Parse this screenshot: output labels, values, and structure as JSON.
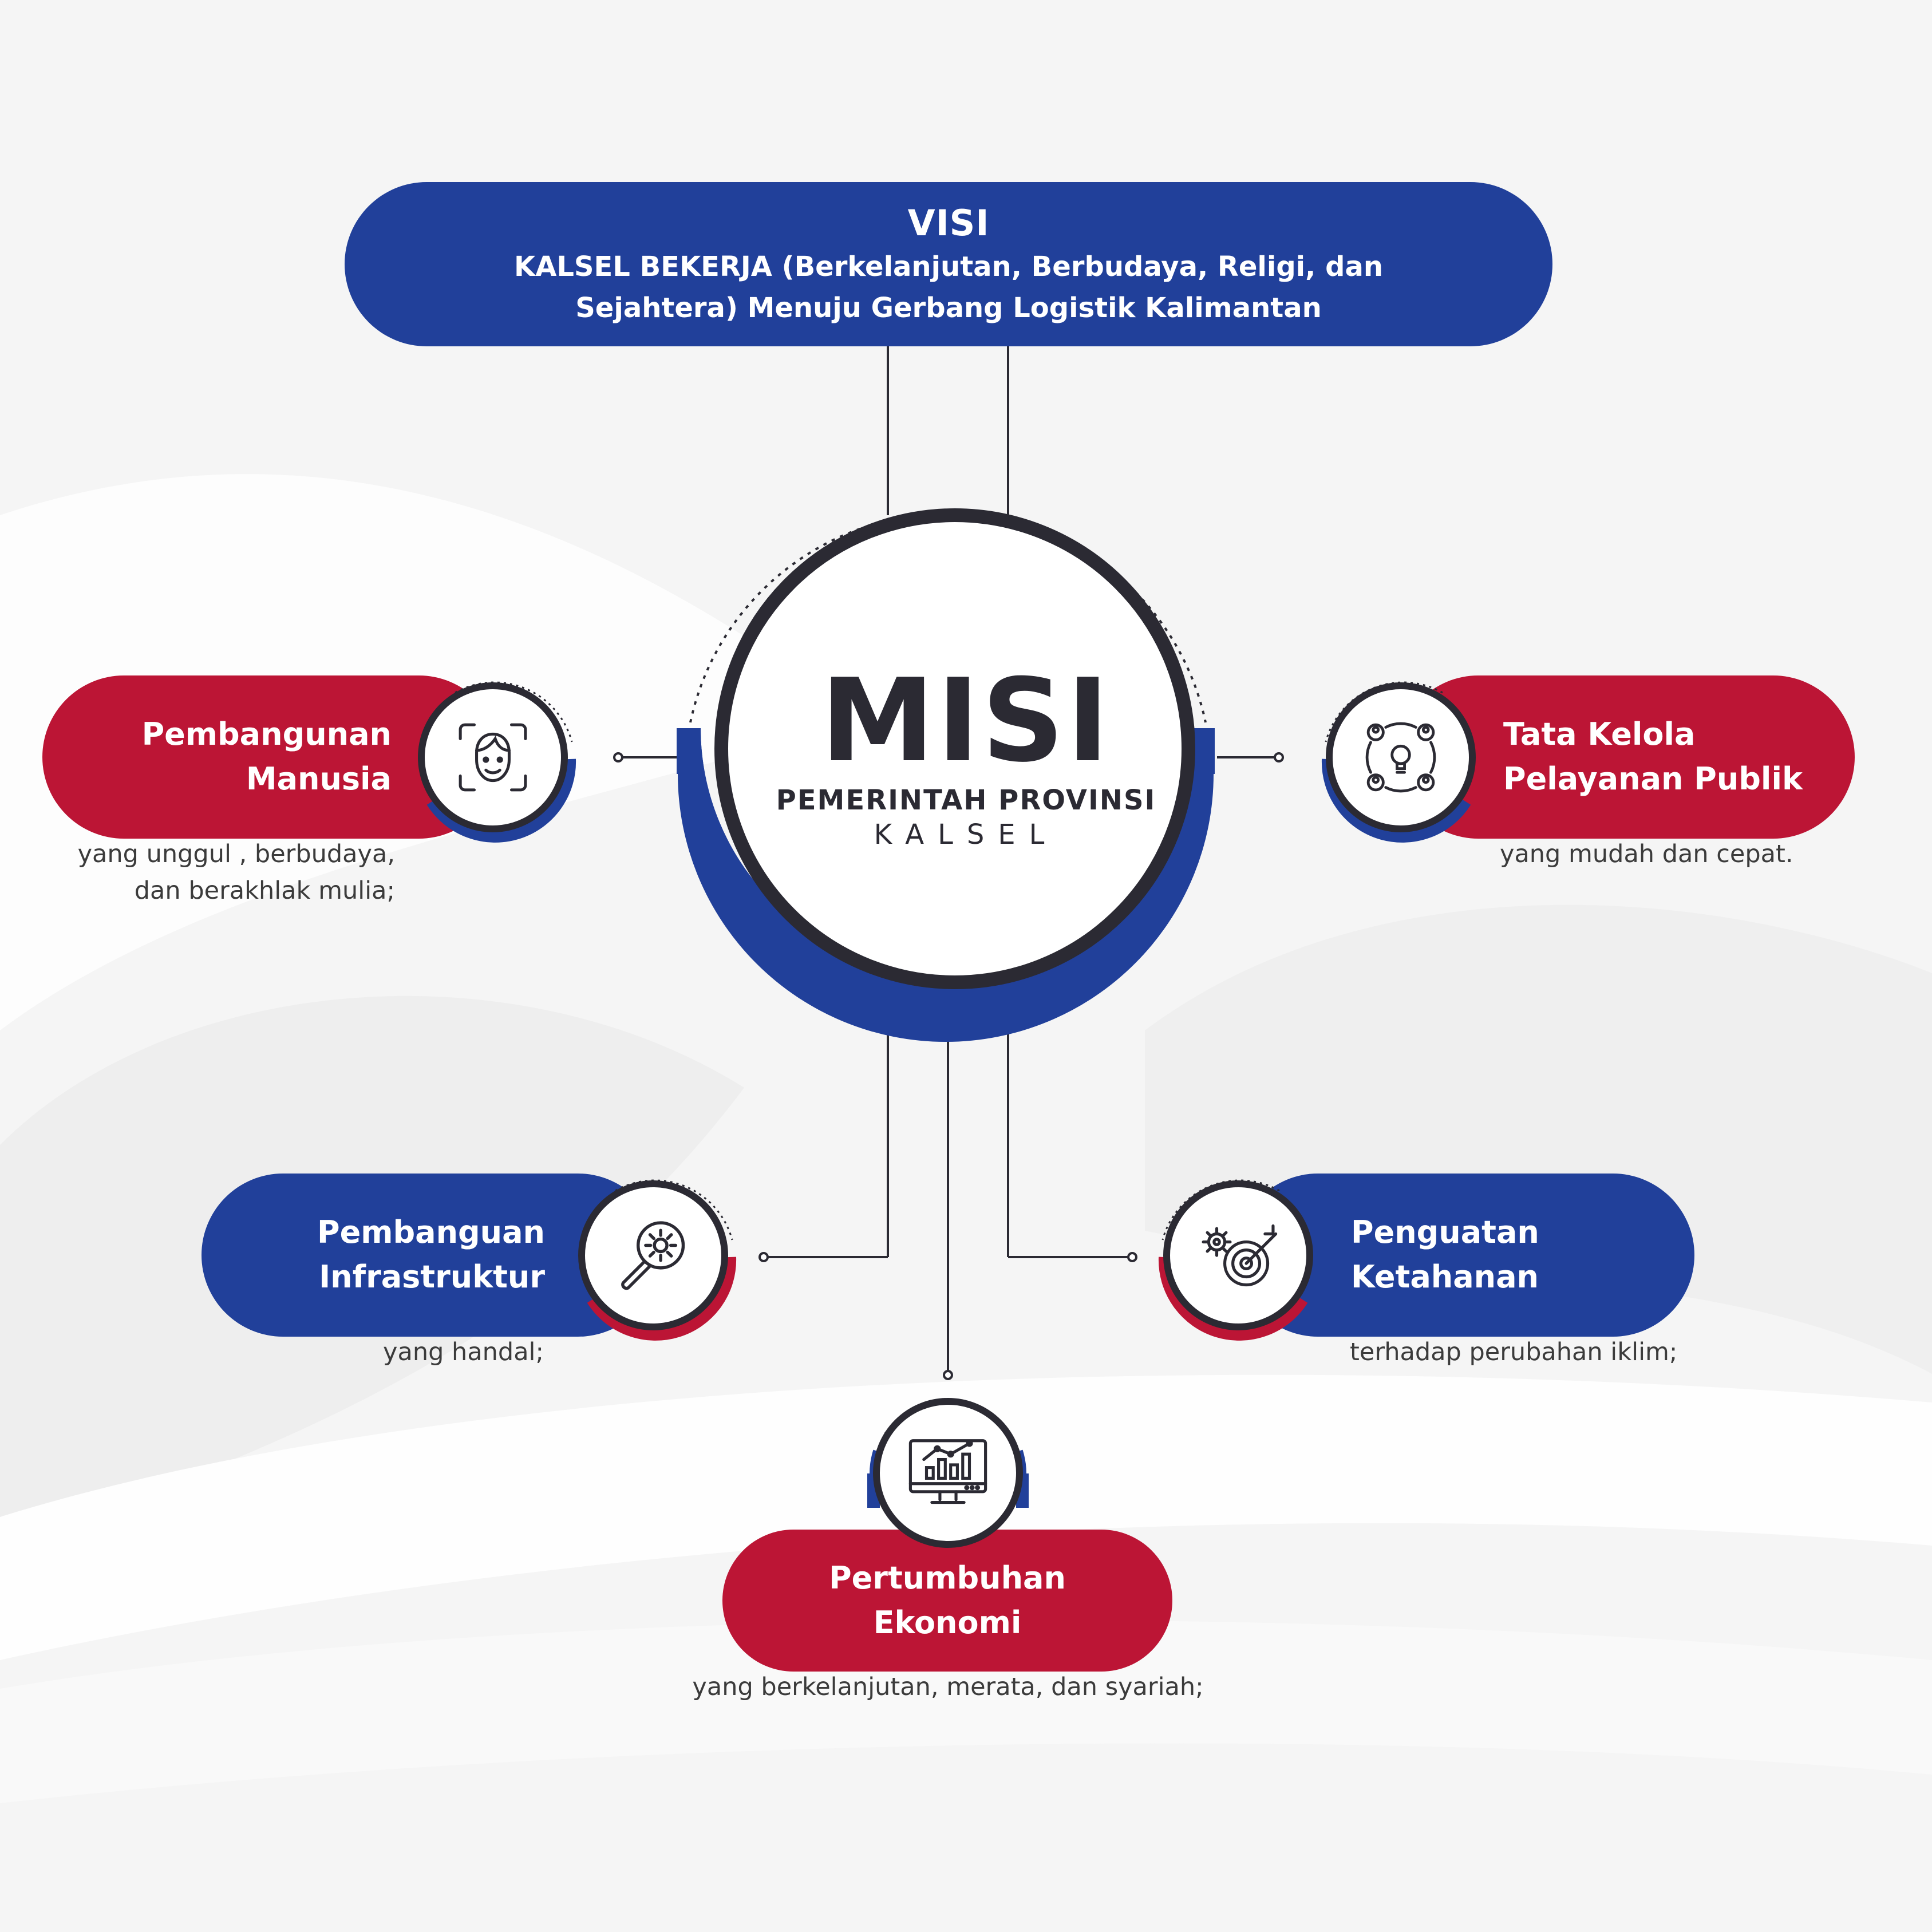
{
  "visi": {
    "title": "VISI",
    "text": "KALSEL BEKERJA (Berkelanjutan, Berbudaya, Religi, dan Sejahtera) Menuju Gerbang Logistik Kalimantan"
  },
  "misi": {
    "title": "MISI",
    "subtitle": "PEMERINTAH PROVINSI",
    "region": "KALSEL"
  },
  "missions": [
    {
      "title": "Pembangunan\nManusia",
      "description": "yang unggul , berbudaya,\ndan berakhlak mulia;",
      "color": "#bc1535",
      "icon": "face-scan-icon"
    },
    {
      "title": "Tata Kelola\nPelayanan Publik",
      "description": "yang mudah dan cepat.",
      "color": "#bc1535",
      "icon": "idea-network-icon"
    },
    {
      "title": "Pembanguan\nInfrastruktur",
      "description": "yang handal;",
      "color": "#21409a",
      "icon": "magnifier-gear-icon"
    },
    {
      "title": "Penguatan\nKetahanan",
      "description": "terhadap perubahan iklim;",
      "color": "#21409a",
      "icon": "target-gear-icon"
    },
    {
      "title": "Pertumbuhan\nEkonomi",
      "description": "yang berkelanjutan, merata, dan syariah;",
      "color": "#bc1535",
      "icon": "monitor-chart-icon"
    }
  ],
  "colors": {
    "blue": "#21409a",
    "red": "#bc1535",
    "dark": "#2b2a33"
  }
}
